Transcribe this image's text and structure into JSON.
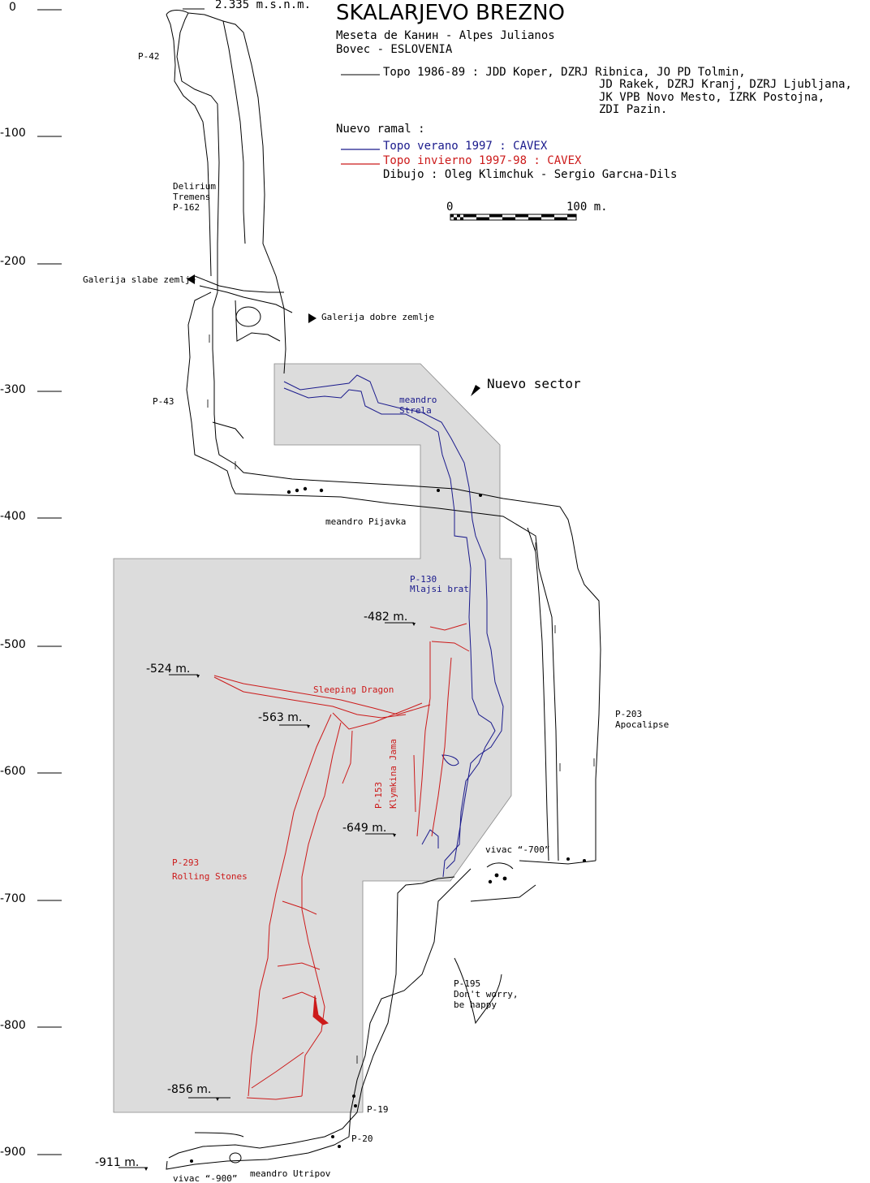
{
  "title": "SKALARJEVO BREZNO",
  "subtitle_lines": [
    "Meseta de Kaнин - Alpes Julianos",
    "Bovec - ESLOVENIA"
  ],
  "legend": {
    "topo_black": {
      "color": "#000000",
      "lines": [
        "Topo 1986-89 : JDD Koper, DZRJ Ribnica, JO PD Tolmin,",
        "JD Rakek, DZRJ Kranj, DZRJ Ljubljana,",
        "JK VPB Novo Mesto, IZRK Postojna,",
        "ZDI Pazin."
      ]
    },
    "nuevo_ramal": "Nuevo ramal :",
    "topo_blue": {
      "color": "#1a1a8c",
      "text": "Topo verano 1997 : CAVEX"
    },
    "topo_red": {
      "color": "#cc1a1a",
      "text": "Topo invierno 1997-98 : CAVEX"
    },
    "drawing": "Dibujo : Oleg Klimchuk - Sergio Garcнa-Dils"
  },
  "scale": {
    "start": "0",
    "end": "100 m."
  },
  "altitude": "2.335 m.s.n.m.",
  "depth_ruler": [
    "0",
    "-100",
    "-200",
    "-300",
    "-400",
    "-500",
    "-600",
    "-700",
    "-800",
    "-900"
  ],
  "depth_marks": {
    "m482": "-482 m.",
    "m524": "-524 m.",
    "m563": "-563 m.",
    "m649": "-649 m.",
    "m856": "-856 m.",
    "m911": "-911 m."
  },
  "labels": {
    "p42": "P-42",
    "delirium": [
      "Delirium",
      "Tremens",
      "P-162"
    ],
    "galerija_slabe": "Galerija slabe zemlje",
    "galerija_dobre": "Galerija dobre zemlje",
    "nuevo_sector": "Nuevo sector",
    "p43": "P-43",
    "meandro_strela": [
      "meandro",
      "Strela"
    ],
    "meandro_pijavka": "meandro Pijavka",
    "p130": [
      "P-130",
      "Mlajsi brat"
    ],
    "sleeping_dragon": "Sleeping Dragon",
    "p153": [
      "P-153",
      "Klymkina Jama"
    ],
    "p203": [
      "P-203",
      "Apocalipse"
    ],
    "p293": [
      "P-293",
      "Rolling Stones"
    ],
    "vivac700": "vivac “-700”",
    "p195": [
      "P-195",
      "Don't worry,",
      "be happy"
    ],
    "p19": "P-19",
    "p20": "P-20",
    "vivac900": "vivac “-900”",
    "meandro_utripov": "meandro Utripov"
  },
  "colors": {
    "survey_black": "#000000",
    "survey_blue": "#1a1a8c",
    "survey_red": "#cc1a1a",
    "sector_fill": "#dcdcdc"
  }
}
